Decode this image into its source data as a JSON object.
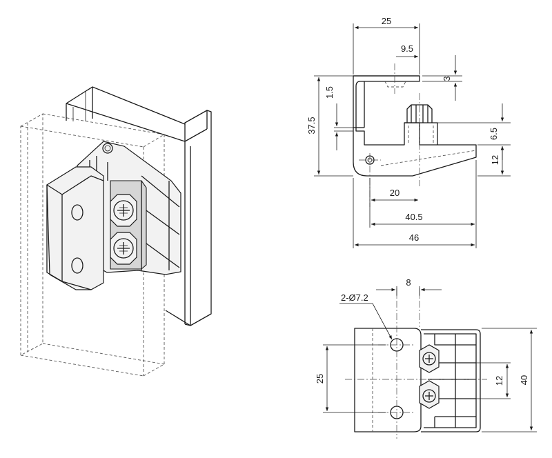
{
  "dimensions": {
    "side_view": {
      "width_25": "25",
      "offset_9_5": "9.5",
      "lip_3": "3",
      "gap_1_5": "1.5",
      "height_37_5": "37.5",
      "screw_6_5": "6.5",
      "base_12": "12",
      "pivot_20": "20",
      "span_40_5": "40.5",
      "total_46": "46"
    },
    "front_view": {
      "pitch_8": "8",
      "holes_label": "2-Ø7.2",
      "hole_spacing_25": "25",
      "screw_spacing_12": "12",
      "height_40": "40"
    }
  }
}
